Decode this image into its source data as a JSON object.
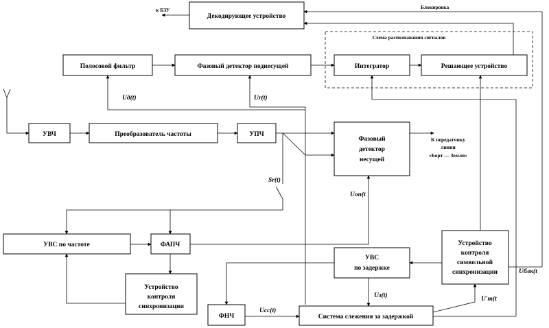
{
  "labels": {
    "to_bzu": "к БЗУ",
    "decoder": "Декодирующее устройство",
    "blocking": "Блокировка",
    "recognition_scheme": "Схема распознавания сигналов",
    "bandpass": "Полосовой фильтр",
    "subcarrier_detector": "Фазовый детектор поднесущей",
    "integrator": "Интегратор",
    "decision": "Решающее устройство",
    "uvch": "УВЧ",
    "freq_converter": "Преобразователь частоты",
    "upch": "УПЧ",
    "carrier_detector": [
      "Фазовый",
      "детектор",
      "несущей"
    ],
    "to_transmitter": [
      "К передатчику",
      "линии",
      "«Борт — Земля»"
    ],
    "uvs_freq": "УВС по частоте",
    "fapch": "ФАПЧ",
    "uvs_delay": [
      "УВС",
      "по задержке"
    ],
    "symbol_sync": [
      "Устройство",
      "контроля",
      "символьной",
      "синхронизации"
    ],
    "sync_ctrl": [
      "Устройство",
      "контроля",
      "синхронизации"
    ],
    "fnch": "ФНЧ",
    "delay_tracking": "Система слежения за задержкой"
  },
  "signals": {
    "u_d": "Uд(t)",
    "u_r": "Ur(t)",
    "s_r": "Sr(t)",
    "u_op": "Uоп(t",
    "u_z": "Uз(t)",
    "u_ss": "Uсс(t)",
    "u_tr": "U'т(t",
    "u_blk": "Uблк(t"
  }
}
